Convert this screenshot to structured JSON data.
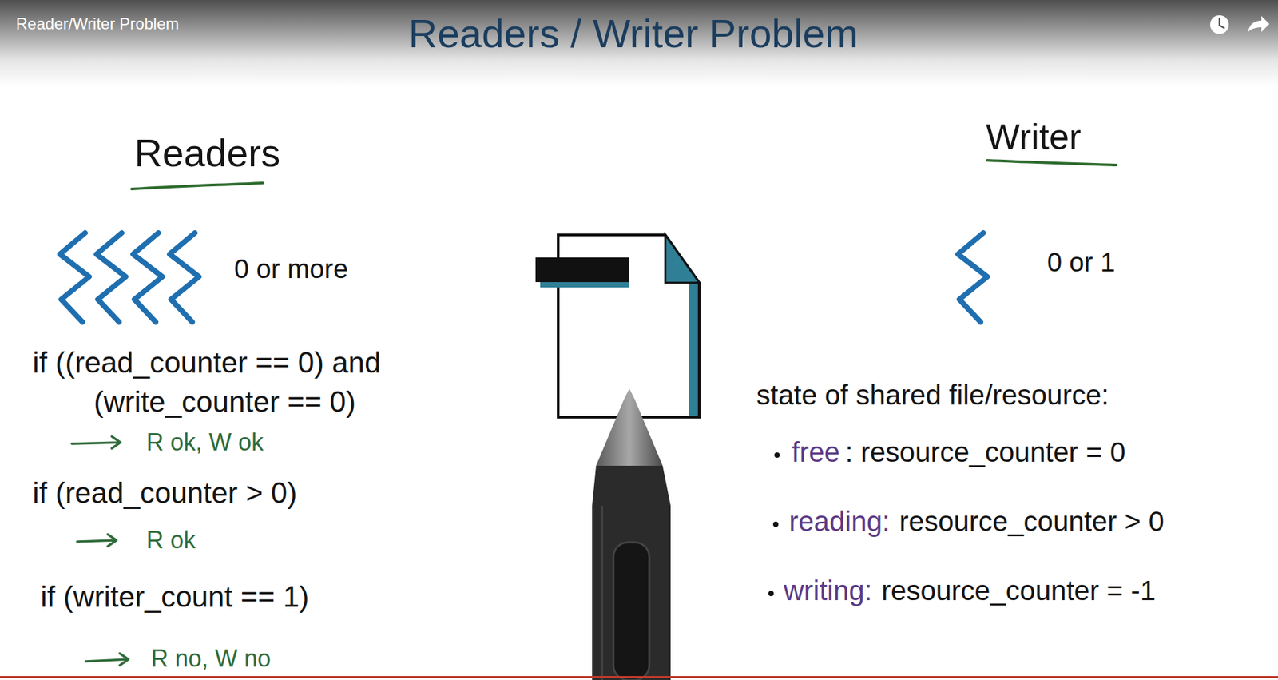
{
  "diagram": {
    "title": "Readers / Writer Problem",
    "labels": [
      "Reader/Writer Problem",
      "Readers",
      "Writer",
      "0 or more",
      "0 or 1",
      "if ((read_counter == 0) and",
      "(write_counter == 0)",
      "R ok, W ok",
      "if (read_counter > 0)",
      "R ok",
      "if (writer_count == 1)",
      "R no, W no",
      "state of shared file/resource:",
      "free",
      ": resource_counter = 0",
      "reading:",
      "resource_counter > 0",
      "writing:",
      "resource_counter = -1"
    ]
  }
}
